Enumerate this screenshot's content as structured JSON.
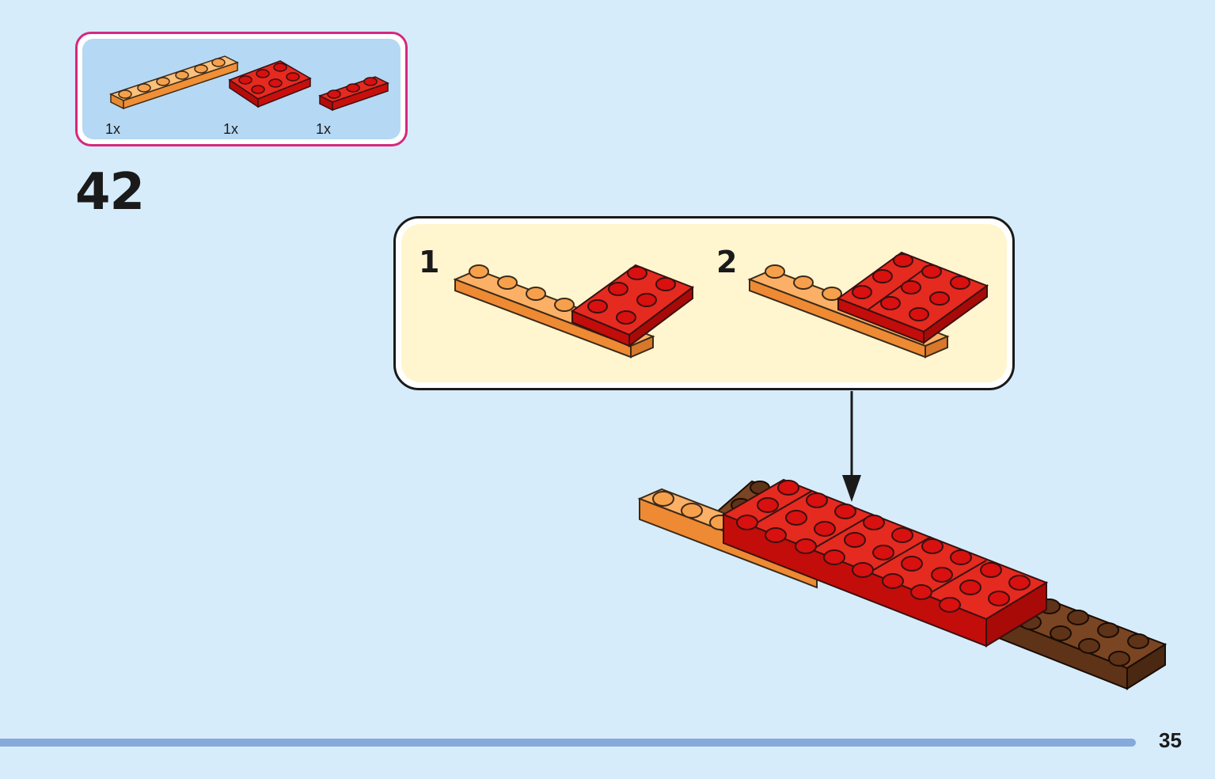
{
  "step": {
    "number": "42"
  },
  "parts_list": [
    {
      "quantity": "1x",
      "part": "orange-1x6-plate",
      "color": "#f7a04b"
    },
    {
      "quantity": "1x",
      "part": "red-2x3-plate",
      "color": "#d8100f"
    },
    {
      "quantity": "1x",
      "part": "red-1x3-plate",
      "color": "#d8100f"
    }
  ],
  "callout": {
    "substeps": [
      {
        "number": "1"
      },
      {
        "number": "2"
      }
    ]
  },
  "page": {
    "number": "35"
  },
  "colors": {
    "background": "#d6ecfb",
    "parts_frame": "#d6287e",
    "callout_fill": "#fff5cf",
    "orange": "#f7a04b",
    "red": "#d8100f",
    "brown": "#5e3318",
    "page_bar": "#85a9db"
  }
}
